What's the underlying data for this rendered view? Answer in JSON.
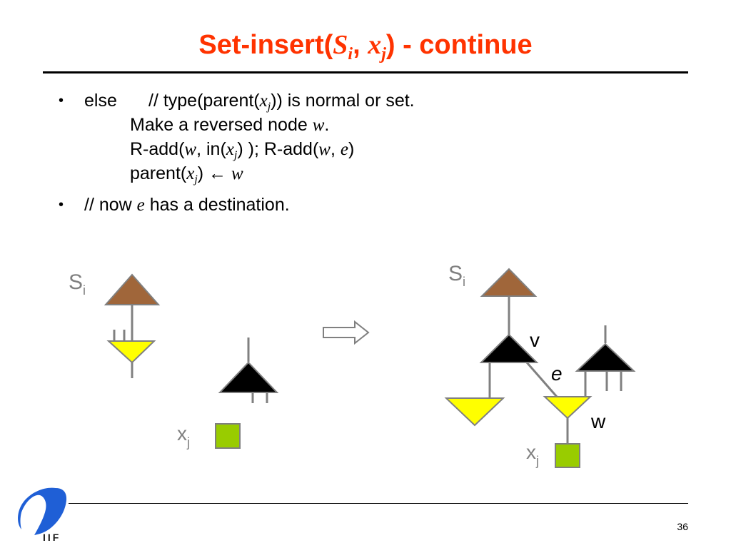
{
  "title": {
    "prefix": "Set-insert(",
    "var1": "S",
    "sub1": "i",
    "sep": ", ",
    "var2": "x",
    "sub2": "j",
    "suffix": ") - continue"
  },
  "bullets": {
    "b1_marker": "•",
    "l1_keyword": "else",
    "l1_comment_a": "// type(parent(",
    "l1_var": "x",
    "l1_sub": "j",
    "l1_comment_b": ")) is normal or set.",
    "l2_text": "Make a reversed node ",
    "l2_var": "w",
    "l2_end": ".",
    "l3_a": "R-add(",
    "l3_w": "w",
    "l3_b": ", in(",
    "l3_x": "x",
    "l3_sub": "j",
    "l3_c": ") ); R-add(",
    "l3_w2": "w",
    "l3_d": ", ",
    "l3_e": "e",
    "l3_f": ")",
    "l4_a": "parent(",
    "l4_x": "x",
    "l4_sub": "j",
    "l4_b": ") ← ",
    "l4_w": "w",
    "b2_marker": "•",
    "l5_a": "// now ",
    "l5_e": "e",
    "l5_b": " has a destination."
  },
  "diagram": {
    "left_si": "S",
    "left_si_sub": "i",
    "left_xj": "x",
    "left_xj_sub": "j",
    "right_si": "S",
    "right_si_sub": "i",
    "right_xj": "x",
    "right_xj_sub": "j",
    "label_v": "v",
    "label_e": "e",
    "label_w": "w",
    "colors": {
      "brown": "#a0663a",
      "yellow": "#ffff00",
      "green": "#99cc00",
      "black": "#000000",
      "gray": "#808080"
    }
  },
  "page_number": "36",
  "logo_text": "IIF"
}
